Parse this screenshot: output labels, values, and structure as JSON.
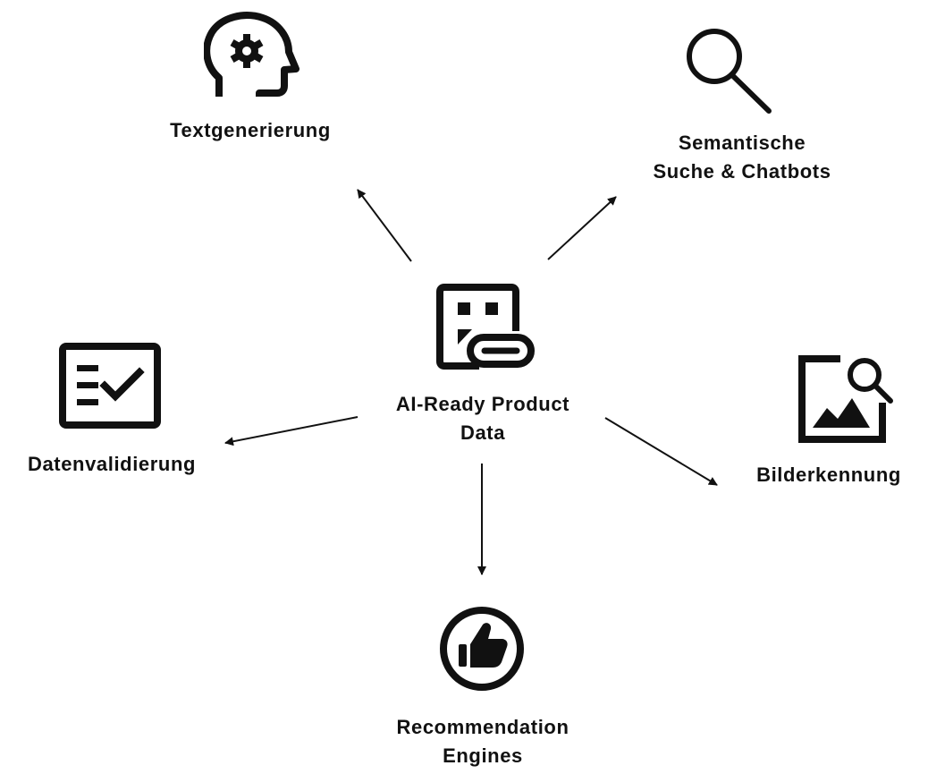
{
  "diagram": {
    "center": {
      "line1": "AI-Ready Product",
      "line2": "Data",
      "icon": "product-data-link-icon"
    },
    "nodes": {
      "text_generation": {
        "label": "Textgenerierung",
        "icon": "head-gear-icon"
      },
      "semantic_search": {
        "line1": "Semantische",
        "line2": "Suche & Chatbots",
        "icon": "search-icon"
      },
      "data_validation": {
        "label": "Datenvalidierung",
        "icon": "checklist-icon"
      },
      "image_recognition": {
        "label": "Bilderkennung",
        "icon": "image-search-icon"
      },
      "recommendation": {
        "line1": "Recommendation",
        "line2": "Engines",
        "icon": "thumbs-up-icon"
      }
    },
    "edges": [
      {
        "from": "center",
        "to": "text_generation"
      },
      {
        "from": "center",
        "to": "semantic_search"
      },
      {
        "from": "center",
        "to": "data_validation"
      },
      {
        "from": "center",
        "to": "image_recognition"
      },
      {
        "from": "center",
        "to": "recommendation"
      }
    ]
  },
  "colors": {
    "ink": "#111111",
    "background": "#ffffff"
  }
}
